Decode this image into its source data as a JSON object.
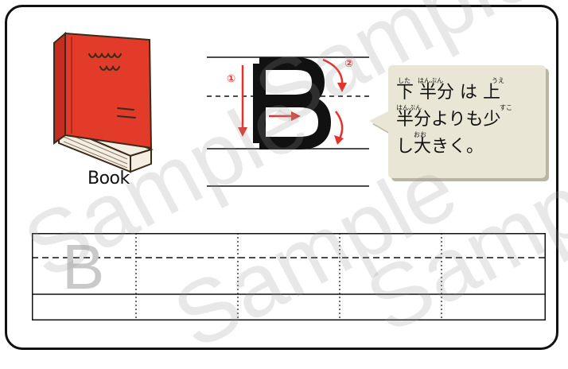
{
  "book": {
    "caption": "Book",
    "cover_scribble": "www\nww",
    "colors": {
      "cover": "#e23b2a",
      "pages": "#f4efe2",
      "outline": "#3a2a1a"
    }
  },
  "letter_guide": {
    "letter": "B",
    "step_labels": [
      "①",
      "②"
    ],
    "colors": {
      "arrow": "#e5322d",
      "letter": "#111111"
    }
  },
  "tip_bubble": {
    "lines": [
      "下 半分 は 上",
      "半分よりも少",
      "し大きく。"
    ],
    "furigana": [
      "した",
      "はんぶん",
      "うえ",
      "はんぶん",
      "すこ",
      "おお"
    ],
    "colors": {
      "fill": "#e9e6d6",
      "shadow": "#b8b5a5"
    }
  },
  "practice": {
    "trace_letter": "B",
    "colors": {
      "trace": "#c9c9c9"
    }
  },
  "watermark": {
    "text": "Sample"
  }
}
